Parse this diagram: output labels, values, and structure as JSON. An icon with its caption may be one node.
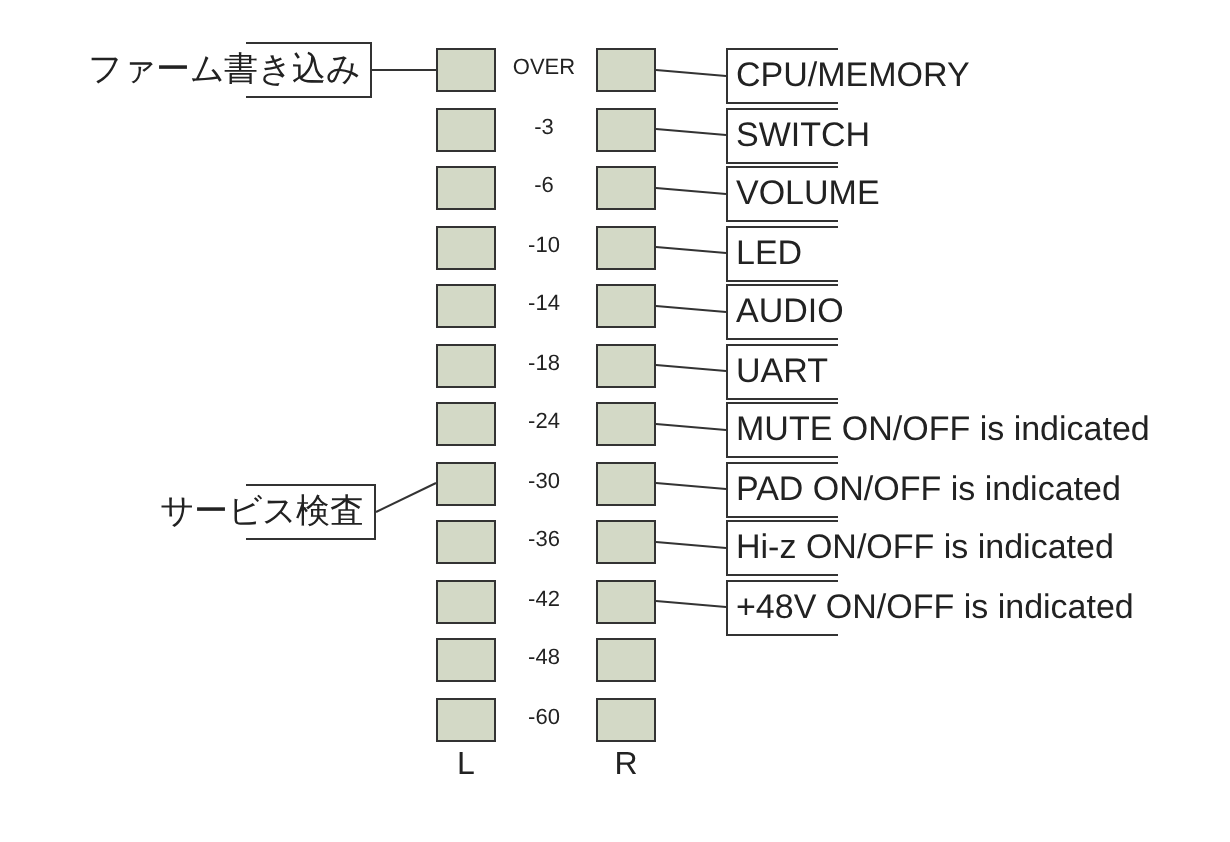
{
  "diagram": {
    "nodes": [
      {
        "text": [
          "ファーム書き込み"
        ]
      },
      {
        "text": [
          "サービス検査"
        ]
      },
      {
        "text": [],
        "shape": "box"
      },
      {
        "text": [],
        "shape": "box"
      },
      {
        "text": [],
        "shape": "box"
      },
      {
        "text": [],
        "shape": "box"
      },
      {
        "text": [],
        "shape": "box"
      },
      {
        "text": [],
        "shape": "box"
      },
      {
        "text": [],
        "shape": "box"
      },
      {
        "text": [],
        "shape": "box"
      },
      {
        "text": [],
        "shape": "box"
      },
      {
        "text": [],
        "shape": "box"
      },
      {
        "text": [],
        "shape": "box"
      },
      {
        "text": [],
        "shape": "box"
      },
      {
        "text": [],
        "shape": "box"
      },
      {
        "text": [],
        "shape": "box"
      },
      {
        "text": [],
        "shape": "box"
      },
      {
        "text": [],
        "shape": "box"
      },
      {
        "text": [],
        "shape": "box"
      },
      {
        "text": [],
        "shape": "box"
      },
      {
        "text": [],
        "shape": "box"
      },
      {
        "text": [],
        "shape": "box"
      },
      {
        "text": [],
        "shape": "box"
      },
      {
        "text": [],
        "shape": "box"
      },
      {
        "text": [],
        "shape": "box"
      },
      {
        "text": [],
        "shape": "box"
      },
      {
        "text": [
          "CPU/MEMORY"
        ]
      },
      {
        "text": [
          "SWITCH"
        ]
      },
      {
        "text": [
          "VOLUME"
        ]
      },
      {
        "text": [
          "LED"
        ]
      },
      {
        "text": [
          "AUDIO"
        ]
      },
      {
        "text": [
          "UART"
        ]
      },
      {
        "text": [
          "MUTE ON/OFF is indicated"
        ]
      },
      {
        "text": [
          "PAD ON/OFF is indicated"
        ]
      },
      {
        "text": [
          "Hi-z ON/OFF is indicated"
        ]
      },
      {
        "text": [
          "+48V ON/OFF is indicated"
        ]
      }
    ],
    "edges": [
      {
        "from": 0,
        "to": 2,
        "arrow": "none"
      },
      {
        "from": 1,
        "to": 9,
        "arrow": "none"
      },
      {
        "from": 26,
        "to": 14,
        "arrow": "none"
      },
      {
        "from": 27,
        "to": 15,
        "arrow": "none"
      },
      {
        "from": 28,
        "to": 16,
        "arrow": "none"
      },
      {
        "from": 29,
        "to": 17,
        "arrow": "none"
      },
      {
        "from": 30,
        "to": 18,
        "arrow": "none"
      },
      {
        "from": 31,
        "to": 19,
        "arrow": "none"
      },
      {
        "from": 32,
        "to": 20,
        "arrow": "none"
      },
      {
        "from": 33,
        "to": 21,
        "arrow": "none"
      },
      {
        "from": 34,
        "to": 22,
        "arrow": "none"
      },
      {
        "from": 35,
        "to": 23,
        "arrow": "none"
      }
    ],
    "labels": [
      "OVER",
      "-3",
      "-6",
      "-10",
      "-14",
      "-18",
      "-24",
      "-30",
      "-36",
      "-42",
      "-48",
      "-60",
      "L",
      "R"
    ]
  }
}
